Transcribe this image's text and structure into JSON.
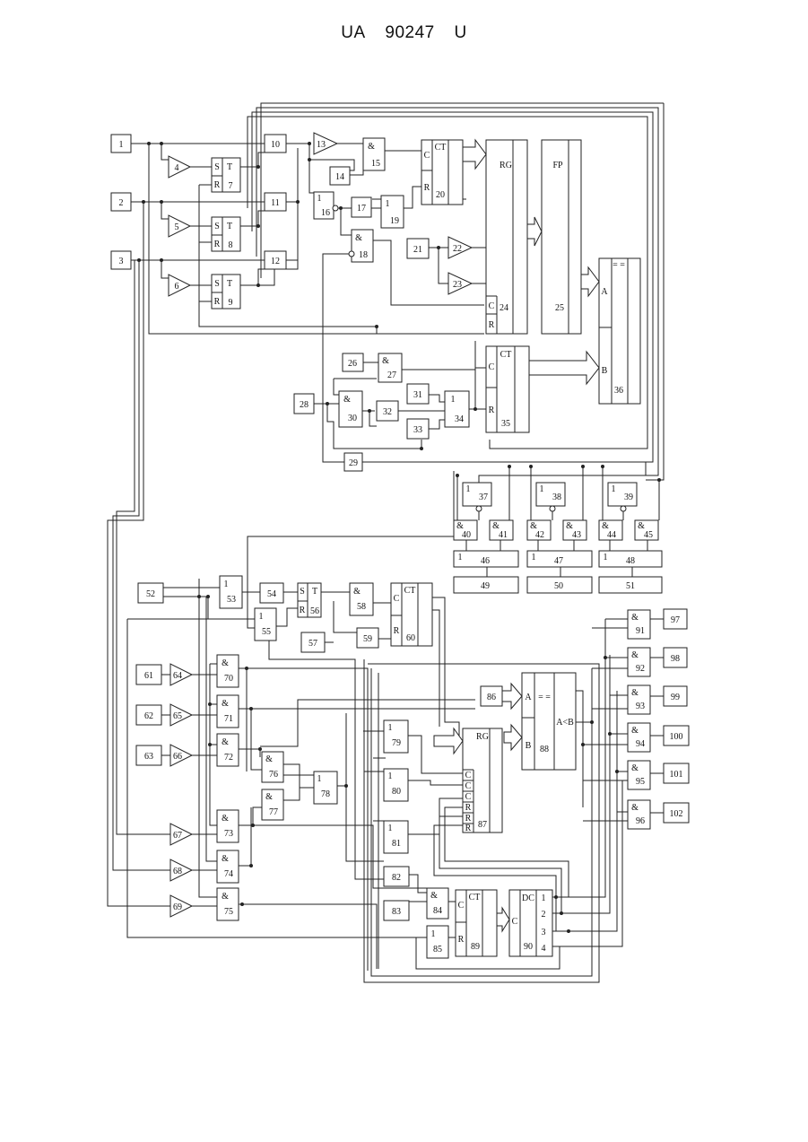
{
  "header": {
    "code": "UA",
    "number": "90247",
    "kind": "U"
  },
  "labels": {
    "and": "&",
    "or": "1",
    "ct": "CT",
    "rg": "RG",
    "fp": "FP",
    "dc": "DC",
    "eq": "= =",
    "s": "S",
    "t": "T",
    "r": "R",
    "c": "C",
    "a": "A",
    "b": "B",
    "altb": "A<B",
    "c1": "C",
    "c2": "C",
    "c3": "C",
    "r1": "R",
    "r2": "R",
    "r3": "R",
    "o1": "1",
    "o2": "2",
    "o3": "3",
    "o4": "4"
  },
  "blocks": {
    "b1": "1",
    "b2": "2",
    "b3": "3",
    "b4": "4",
    "b5": "5",
    "b6": "6",
    "b7": "7",
    "b8": "8",
    "b9": "9",
    "b10": "10",
    "b11": "11",
    "b12": "12",
    "b13": "13",
    "b14": "14",
    "b15": "15",
    "b16": "16",
    "b17": "17",
    "b18": "18",
    "b19": "19",
    "b20": "20",
    "b21": "21",
    "b22": "22",
    "b23": "23",
    "b24": "24",
    "b25": "25",
    "b26": "26",
    "b27": "27",
    "b28": "28",
    "b29": "29",
    "b30": "30",
    "b31": "31",
    "b32": "32",
    "b33": "33",
    "b34": "34",
    "b35": "35",
    "b36": "36",
    "b37": "37",
    "b38": "38",
    "b39": "39",
    "b40": "40",
    "b41": "41",
    "b42": "42",
    "b43": "43",
    "b44": "44",
    "b45": "45",
    "b46": "46",
    "b47": "47",
    "b48": "48",
    "b49": "49",
    "b50": "50",
    "b51": "51",
    "b52": "52",
    "b53": "53",
    "b54": "54",
    "b55": "55",
    "b56": "56",
    "b57": "57",
    "b58": "58",
    "b59": "59",
    "b60": "60",
    "b61": "61",
    "b62": "62",
    "b63": "63",
    "b64": "64",
    "b65": "65",
    "b66": "66",
    "b67": "67",
    "b68": "68",
    "b69": "69",
    "b70": "70",
    "b71": "71",
    "b72": "72",
    "b73": "73",
    "b74": "74",
    "b75": "75",
    "b76": "76",
    "b77": "77",
    "b78": "78",
    "b79": "79",
    "b80": "80",
    "b81": "81",
    "b82": "82",
    "b83": "83",
    "b84": "84",
    "b85": "85",
    "b86": "86",
    "b87": "87",
    "b88": "88",
    "b89": "89",
    "b90": "90",
    "b91": "91",
    "b92": "92",
    "b93": "93",
    "b94": "94",
    "b95": "95",
    "b96": "96",
    "b97": "97",
    "b98": "98",
    "b99": "99",
    "b100": "100",
    "b101": "101",
    "b102": "102"
  }
}
